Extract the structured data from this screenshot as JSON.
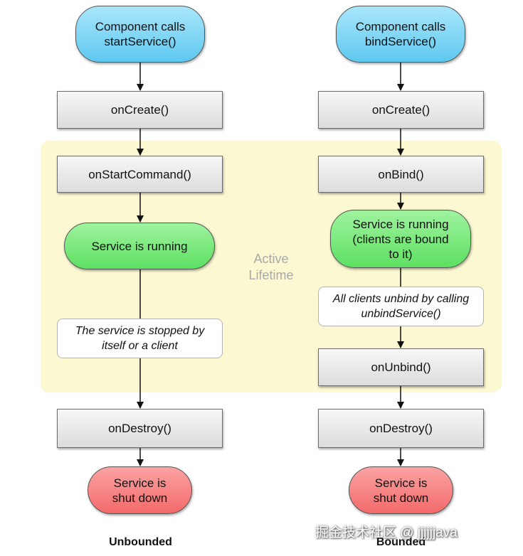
{
  "active_lifetime_label": "Active Lifetime",
  "left": {
    "start": "Component calls startService()",
    "create": "onCreate()",
    "start_command": "onStartCommand()",
    "running": "Service is running",
    "stopped_note": "The service is stopped by itself or a client",
    "destroy": "onDestroy()",
    "shutdown": "Service is shut down",
    "caption": "Unbounded"
  },
  "right": {
    "start": "Component calls bindService()",
    "create": "onCreate()",
    "bind": "onBind()",
    "running": "Service is running (clients are bound to it)",
    "unbind_note": "All clients unbind by calling unbindService()",
    "unbind": "onUnbind()",
    "destroy": "onDestroy()",
    "shutdown": "Service is shut down",
    "caption": "Bounded"
  },
  "watermark": "掘金技术社区 @ jjjjjjava",
  "colors": {
    "start_node": "#5ec8ef",
    "running_node": "#5de062",
    "shutdown_node": "#f36a6a",
    "active_zone": "#fbf8d2"
  }
}
